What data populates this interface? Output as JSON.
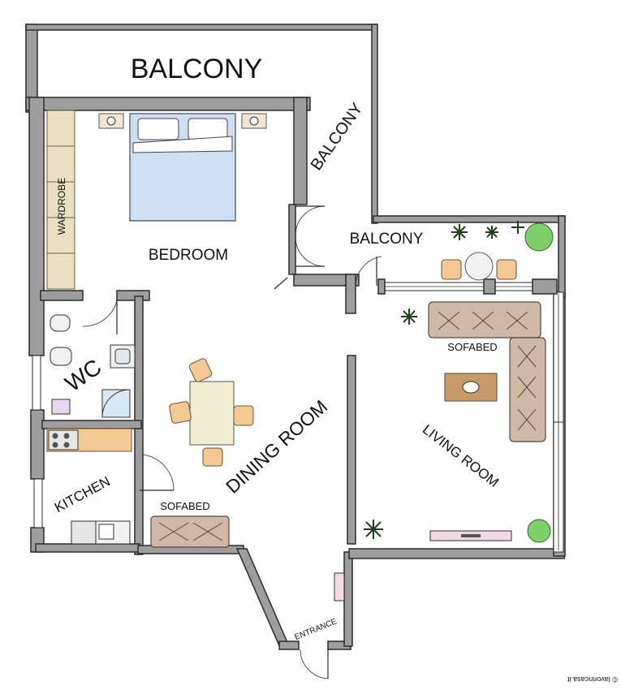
{
  "labels": {
    "balcony_top": "BALCONY",
    "balcony_diag": "BALCONY",
    "balcony_right": "BALCONY",
    "bedroom": "BEDROOM",
    "wardrobe": "WARDROBE",
    "wc": "WC",
    "kitchen": "KITCHEN",
    "dining_room": "DINING ROOM",
    "living_room": "LIVING ROOM",
    "sofabed_living": "SOFABED",
    "sofabed_dining": "SOFABED",
    "entrance": "ENTRANCE",
    "credit": "© lavorincasa.it"
  },
  "colors": {
    "wall": "#9e9e9e",
    "bed": "#cfdff2",
    "sofa": "#cdb9a6",
    "chair": "#f3c993",
    "coffee_table": "#c79a67",
    "plant": "#7fd06b"
  }
}
